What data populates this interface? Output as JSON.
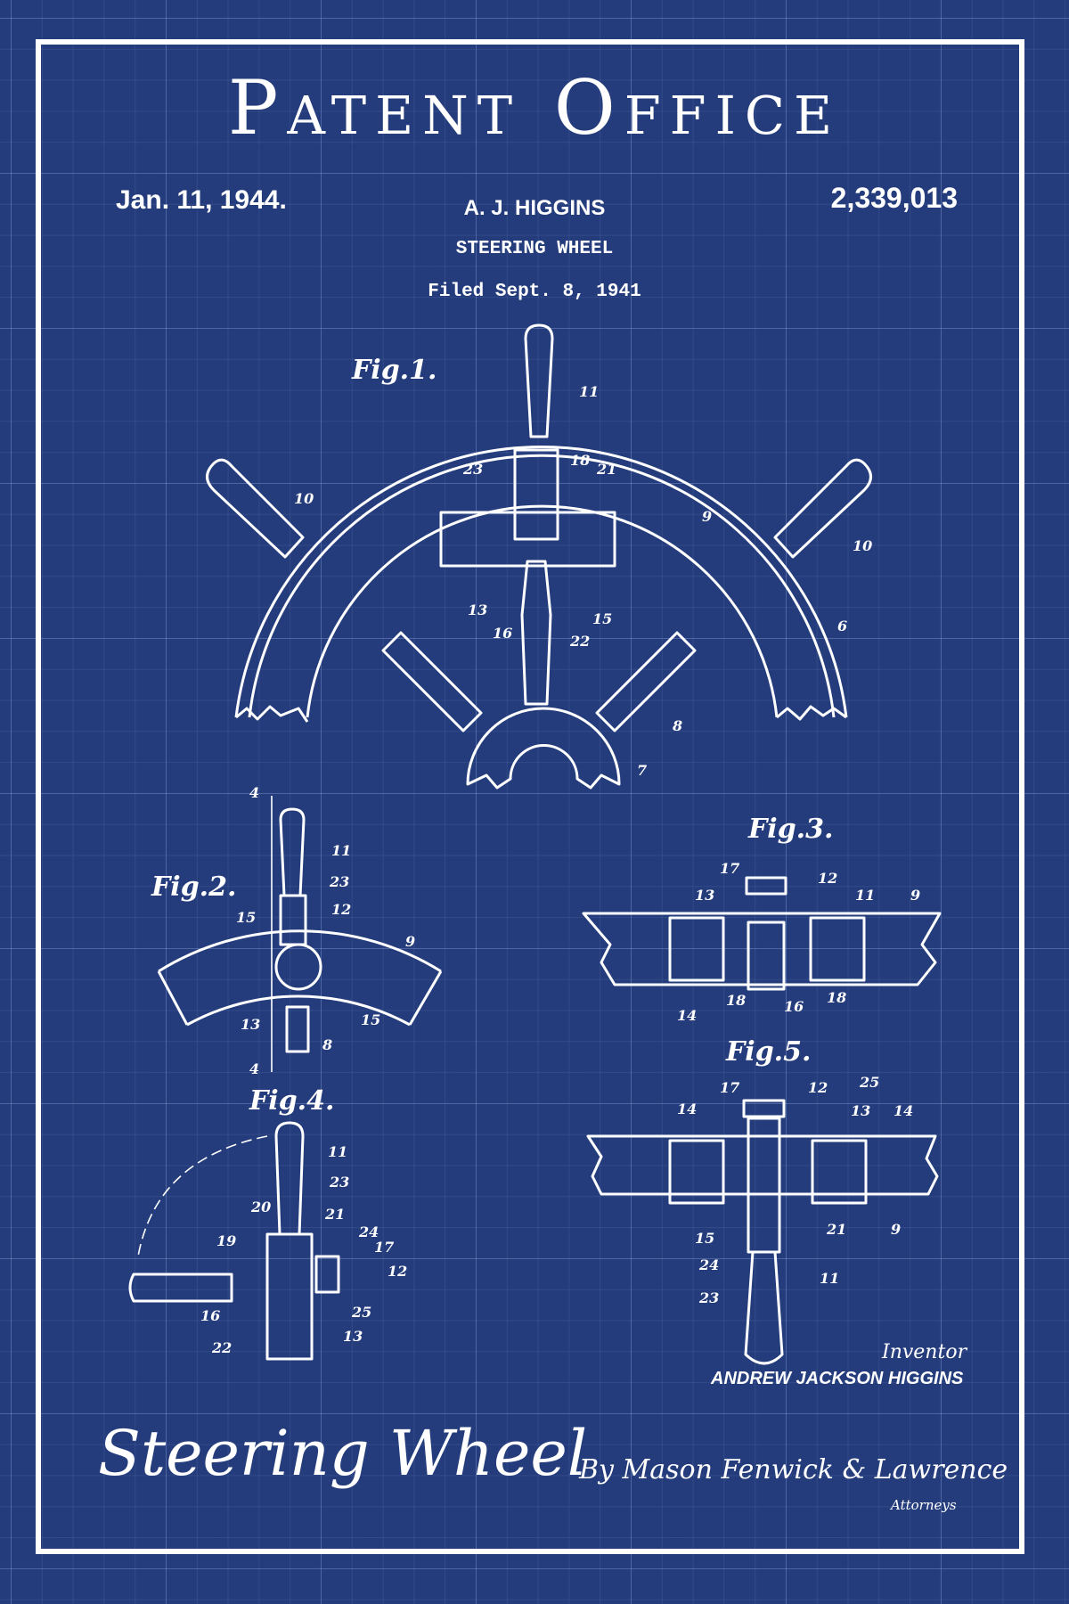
{
  "header": {
    "title": "Patent Office",
    "date": "Jan. 11, 1944.",
    "patent_number": "2,339,013",
    "inventor_short": "A. J. HIGGINS",
    "invention": "STEERING WHEEL",
    "filed": "Filed Sept. 8, 1941"
  },
  "figures": {
    "fig1": {
      "label": "Fig.1.",
      "refs": [
        "11",
        "23",
        "18",
        "21",
        "10",
        "9",
        "10",
        "6",
        "13",
        "16",
        "22",
        "15",
        "8",
        "7"
      ]
    },
    "fig2": {
      "label": "Fig.2.",
      "refs": [
        "4",
        "11",
        "23",
        "12",
        "15",
        "9",
        "13",
        "15",
        "8",
        "4"
      ]
    },
    "fig3": {
      "label": "Fig.3.",
      "refs": [
        "17",
        "12",
        "13",
        "11",
        "9",
        "14",
        "18",
        "16",
        "18"
      ]
    },
    "fig4": {
      "label": "Fig.4.",
      "refs": [
        "11",
        "23",
        "20",
        "21",
        "24",
        "19",
        "17",
        "12",
        "16",
        "25",
        "22",
        "13"
      ]
    },
    "fig5": {
      "label": "Fig.5.",
      "refs": [
        "17",
        "12",
        "25",
        "14",
        "13",
        "14",
        "15",
        "21",
        "9",
        "24",
        "23",
        "11"
      ]
    }
  },
  "footer": {
    "inventor_label": "Inventor",
    "inventor_name": "ANDREW JACKSON HIGGINS",
    "poster_title": "Steering Wheel",
    "signature": "By Mason Fenwick & Lawrence",
    "attorneys_label": "Attorneys"
  },
  "colors": {
    "background": "#243c7b",
    "ink": "#ffffff"
  }
}
